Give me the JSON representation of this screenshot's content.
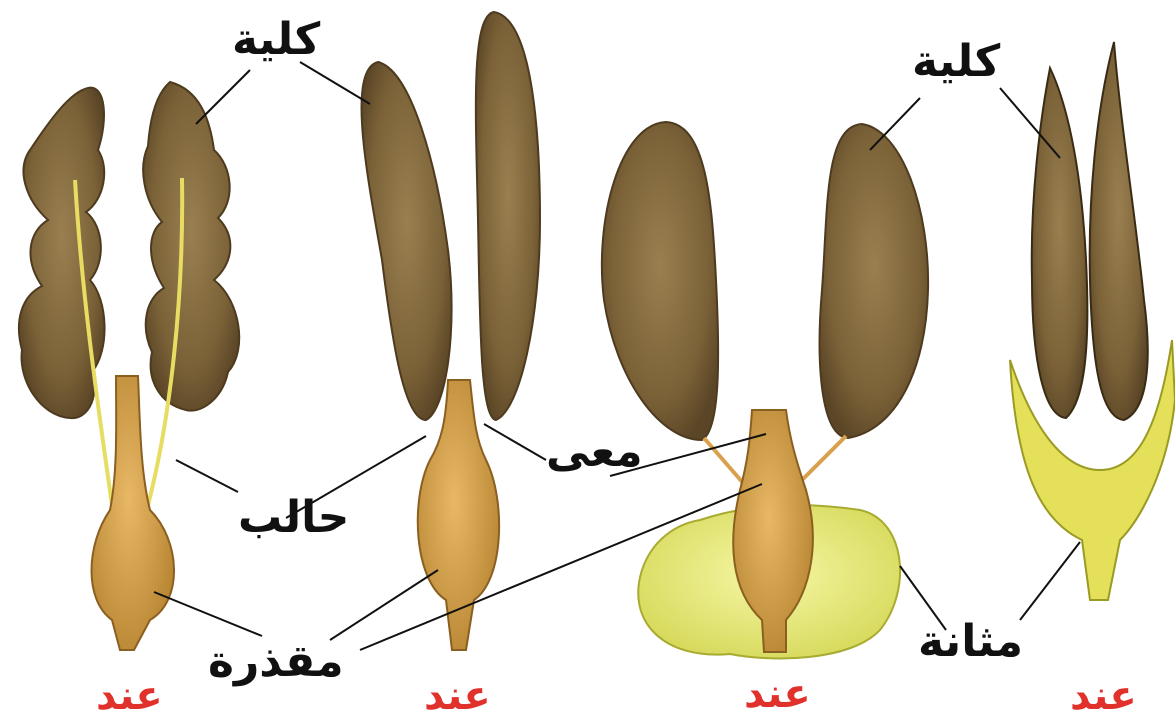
{
  "labels": {
    "kidney_left": "كلية",
    "kidney_right": "كلية",
    "ureter": "حالب",
    "intestine": "معى",
    "cloaca": "مقذرة",
    "bladder": "مثانة"
  },
  "captions": [
    "عند",
    "عند",
    "عند",
    "عند"
  ],
  "colors": {
    "kidney": "#7a6137",
    "organ": "#d9a14e",
    "bladder": "#eef07a",
    "duct": "#e7dd62",
    "caption": "#e0312a",
    "line": "#111111"
  }
}
